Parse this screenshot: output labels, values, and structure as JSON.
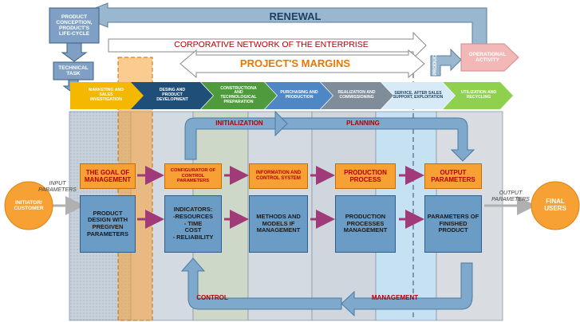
{
  "colors": {
    "renewal_arrow": "#9ab7d0",
    "loop_arrow": "#7fa9cc",
    "orange": "#f7a033",
    "blue_box": "#6b9cc6",
    "column_fill": "#c9d2dc",
    "stage_colors": [
      "#f5b800",
      "#1f4e79",
      "#4e9a3c",
      "#4e87c4",
      "#7f8c99",
      "#d6ebf7",
      "#8fd14f"
    ],
    "dark_red_text": "#b20000"
  },
  "diagram": {
    "product_conception": "PRODUCT\nCONCEPTION,\nPRODUCT'S\nLIFE-CYCLE",
    "technical_task": "TECHNICAL\nTASK",
    "renewal": "RENEWAL",
    "corporative_network": "CORPORATIVE NETWORK OF THE ENTERPRISE",
    "projects_margins": "PROJECT'S MARGINS",
    "product": "PRODUCT",
    "operational_activity": "OPERATIONAL\nACTIVITY",
    "stages": [
      "MARKETING AND\nSALES\nINVESTIGATION",
      "DESING AND\nPRODUCT\nDEVELOPMENT",
      "CONSTRUCTIONA\nAND\nTECHNOLOGICAL\nPREPARATION",
      "PURCHASING AND\nPRODUCTION",
      "REALIZATION AND\nCOMMISSIONING",
      "SERVICE, AFTER SALES\nSUPPORT, EXPLOITATION",
      "UTILIZATION AND\nRECYCLING"
    ],
    "initialization": "INITIALIZATION",
    "planning": "PLANNING",
    "control": "CONTROL",
    "management": "MANAGEMENT",
    "input_parameters": "INPUT\nPARAMETERS",
    "output_parameters_label": "OUTPUT\nPARAMETERS",
    "initiator": "INITIATOR/\nCUSTOMER",
    "final_users": "FINAL\nUSERS",
    "top_boxes": [
      "THE GOAL OF\nMANAGEMENT",
      "CONFIGURATOR OF\nCONTROL\nPARAMETERS",
      "INFORMATION AND\nCONTROL SYSTEM",
      "PRODUCTION\nPROCESS",
      "OUTPUT\nPARAMETERS"
    ],
    "bottom_boxes": [
      "PRODUCT\nDESIGN WITH\nPREGIVEN\nPARAMETERS",
      "INDICATORS:\n-RESOURCES\n- TIME\nCOST\n- RELIABILITY",
      "METHODS AND\nMODELS IF\nMANAGEMENT",
      "PRODUCTION\nPROCESSES\nMANAGEMENT",
      "PARAMETERS OF\nFINISHED\nPRODUCT"
    ]
  }
}
